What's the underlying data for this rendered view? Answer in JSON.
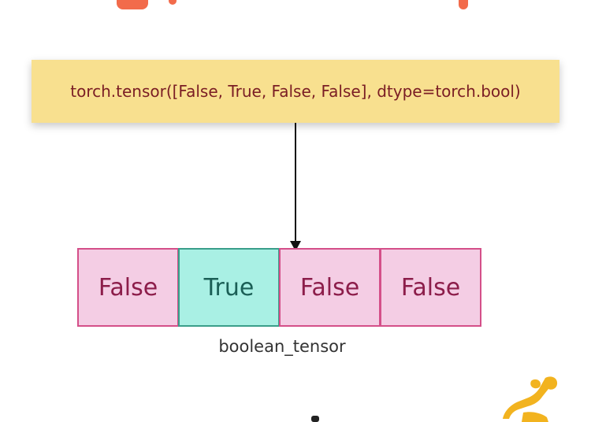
{
  "code_expression": "torch.tensor([False, True, False, False], dtype=torch.bool)",
  "tensor": {
    "cells": [
      {
        "label": "False",
        "state": "false"
      },
      {
        "label": "True",
        "state": "true"
      },
      {
        "label": "False",
        "state": "false"
      },
      {
        "label": "False",
        "state": "false"
      }
    ],
    "name": "boolean_tensor"
  },
  "colors": {
    "code_box": "#f8e08f",
    "code_text": "#7a1d24",
    "false_fill": "#f4cde4",
    "false_border": "#d44f89",
    "true_fill": "#a9f0e4",
    "true_border": "#3a9e8a",
    "title_accent": "#f26b4b",
    "logo": "#f2b31f"
  }
}
